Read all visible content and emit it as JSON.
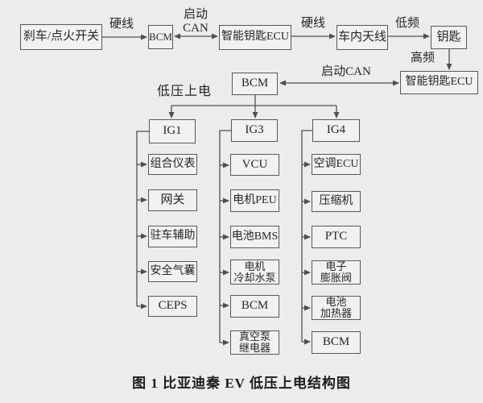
{
  "colors": {
    "bg": "#ececea",
    "node_fill": "#f1f1ef",
    "border": "#585858",
    "line": "#4f4f4f",
    "text": "#262626"
  },
  "caption": "图 1 比亚迪秦 EV 低压上电结构图",
  "flow": {
    "brake_switch": "刹车/点火开关",
    "bcm_top": "BCM",
    "smart_key_ecu_top": "智能钥匙ECU",
    "interior_antenna": "车内天线",
    "key_fob": "钥匙",
    "bcm_mid": "BCM",
    "smart_key_ecu_mid": "智能钥匙ECU"
  },
  "labels": {
    "hardwire_1": "硬线",
    "start_can_top": "启动\nCAN",
    "hardwire_2": "硬线",
    "low_freq": "低频",
    "high_freq": "高频",
    "start_can_mid": "启动CAN",
    "low_voltage_power_on": "低压上电"
  },
  "columns": [
    {
      "header": "IG1",
      "items": [
        "组合仪表",
        "网关",
        "驻车辅助",
        "安全气囊",
        "CEPS"
      ]
    },
    {
      "header": "IG3",
      "items": [
        "VCU",
        "电机PEU",
        "电池BMS",
        "电机\n冷却水泵",
        "BCM",
        "真空泵\n继电器"
      ]
    },
    {
      "header": "IG4",
      "items": [
        "空调ECU",
        "压缩机",
        "PTC",
        "电子\n膨胀阀",
        "电池\n加热器",
        "BCM"
      ]
    }
  ]
}
